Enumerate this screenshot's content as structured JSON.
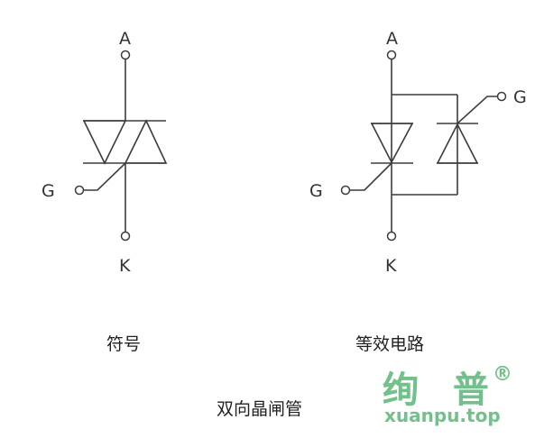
{
  "symbol": {
    "anode_label": "A",
    "cathode_label": "K",
    "gate_label": "G",
    "caption": "符号"
  },
  "equivalent": {
    "anode_label": "A",
    "cathode_label": "K",
    "gate_left_label": "G",
    "gate_right_label": "G",
    "caption": "等效电路"
  },
  "title": "双向晶闸管",
  "watermark": {
    "name": "绚 普",
    "registered_mark": "®",
    "url": "xuanpu.top",
    "color": "#72c18a"
  },
  "colors": {
    "line": "#3c3c3c",
    "text": "#222222"
  }
}
